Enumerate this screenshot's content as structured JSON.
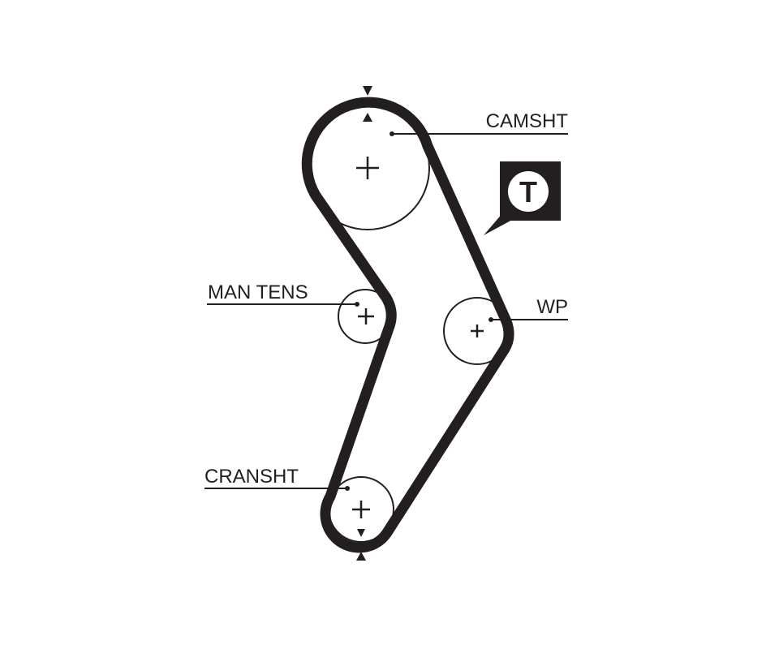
{
  "labels": {
    "camshaft": "CAMSHT",
    "manual_tensioner": "MAN TENS",
    "water_pump": "WP",
    "crankshaft": "CRANSHT",
    "tensioner_badge": "T"
  },
  "colors": {
    "ink": "#231f20",
    "background": "#ffffff"
  },
  "icons": {
    "tensioner_badge": "tensioner-badge-icon",
    "timing_marker": "timing-mark-triangle-icon"
  }
}
